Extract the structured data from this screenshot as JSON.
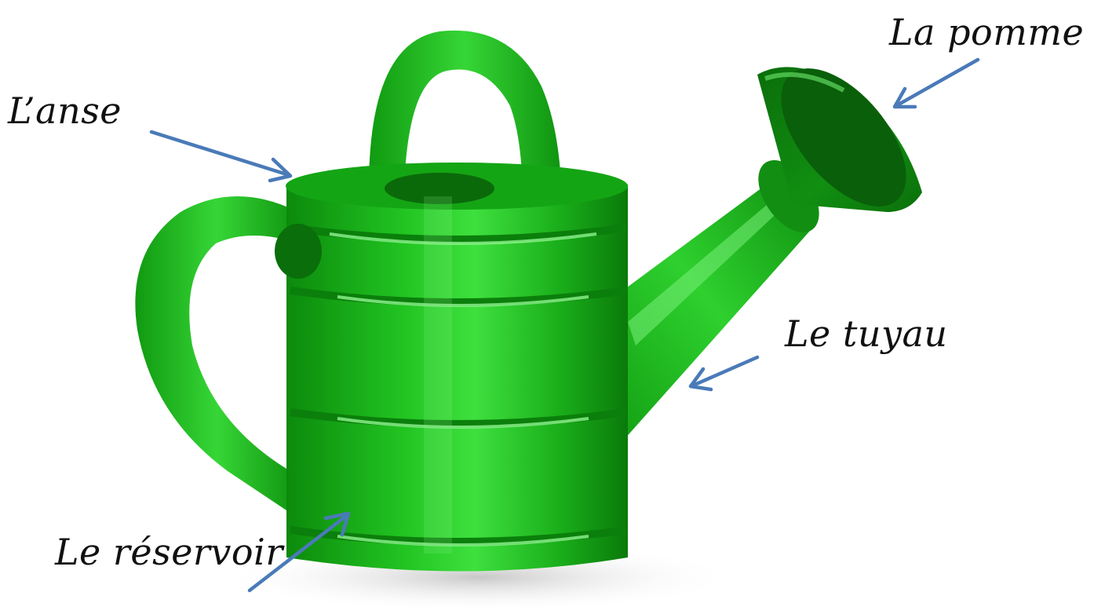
{
  "title": "",
  "labels": {
    "anse": "L’anse",
    "pomme": "La pomme",
    "tuyau": "Le tuyau",
    "reservoir": "Le réservoir"
  },
  "colors": {
    "can_green": "#1fbf1f",
    "can_dark": "#0b7a0b",
    "can_light": "#6cf06c",
    "arrow": "#4a7ab8",
    "text": "#111111"
  },
  "icons": {
    "illustration": "watering-can"
  }
}
